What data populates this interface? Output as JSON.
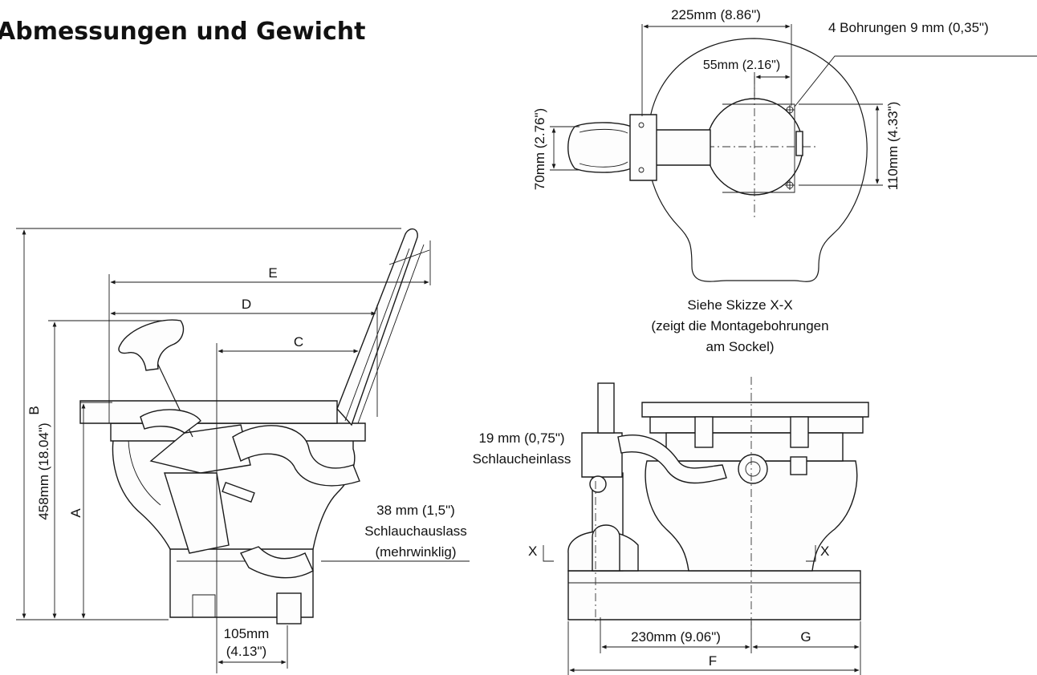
{
  "title": "Abmessungen und Gewicht",
  "top_view": {
    "width_dim": "225mm (8.86\")",
    "bolt_holes": "4 Bohrungen 9 mm (0,35\")",
    "offset_dim": "55mm (2.16\")",
    "handle_dim": "70mm (2.76\")",
    "depth_dim": "110mm (4.33\")",
    "note_lines": [
      "Siehe Skizze X-X",
      "(zeigt die Montagebohrungen",
      "am Sockel)"
    ]
  },
  "side_view": {
    "letter_e": "E",
    "letter_d": "D",
    "letter_c": "C",
    "letter_b": "B",
    "letter_a": "A",
    "height_dim": "458mm (18.04\")",
    "outlet_lines": [
      "38 mm (1,5\")",
      "Schlauchauslass",
      "(mehrwinklig)"
    ],
    "bottom_dim_lines": [
      "105mm",
      "(4.13\")"
    ]
  },
  "front_view": {
    "inlet_lines": [
      "19 mm (0,75\")",
      "Schlaucheinlass"
    ],
    "section_left": "X",
    "section_right": "X",
    "base_dim": "230mm (9.06\")",
    "letter_g": "G",
    "letter_f": "F"
  }
}
